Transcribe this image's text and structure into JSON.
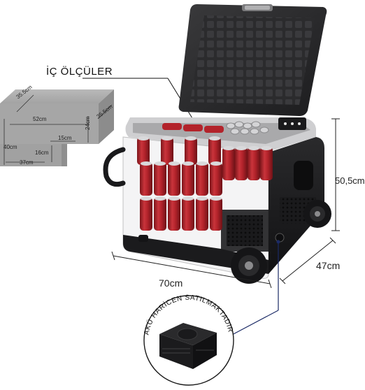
{
  "labels": {
    "inner_dimensions_title": "İÇ ÖLÇÜLER",
    "height_label": "50,5cm",
    "depth_label": "47cm",
    "width_label": "70cm",
    "battery_note": "AKÜ HARİCEN SATILMAKTADIR."
  },
  "inner_diagram": {
    "top_depth": "35.5cm",
    "right_depth": "35.5cm",
    "top_width": "52cm",
    "right_height": "24cm",
    "step_width": "15cm",
    "step_height": "16cm",
    "left_height": "40cm",
    "bottom_width": "37cm"
  },
  "colors": {
    "cooler_body": "#1d1d1f",
    "cooler_trim": "#c9c9cb",
    "cans": "#b3232b",
    "diagram_box": "#9a9a9a",
    "callout_line": "#1b2a66"
  }
}
